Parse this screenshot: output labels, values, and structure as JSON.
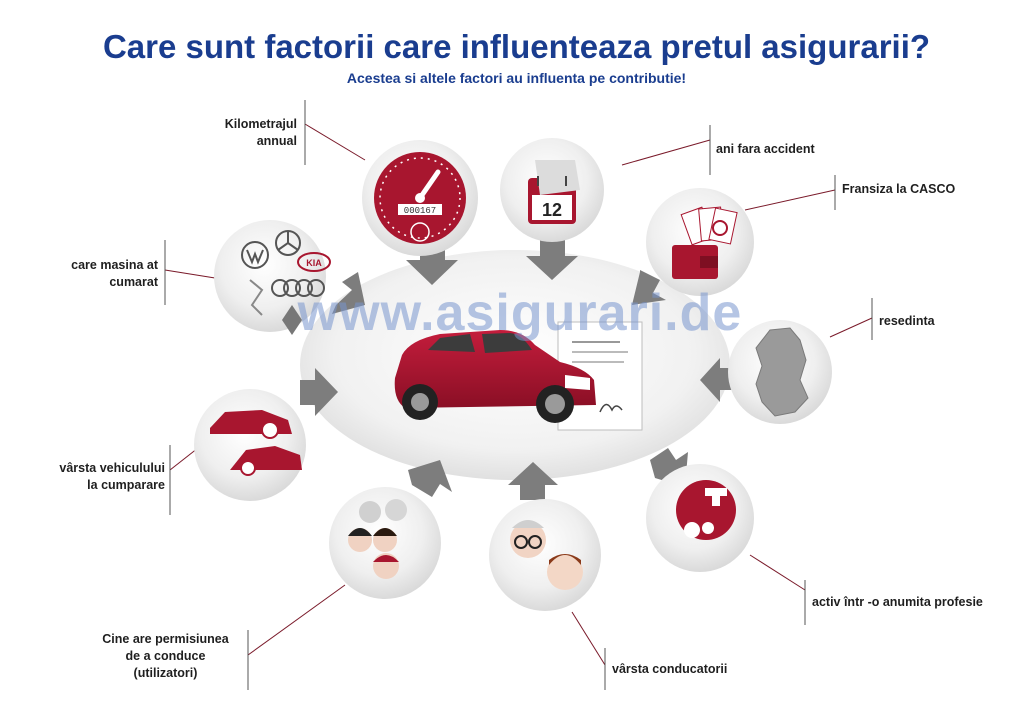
{
  "title": "Care sunt factorii care influenteaza pretul asigurarii?",
  "subtitle": "Acestea si altele factori au influenta pe contributie!",
  "watermark": "www.asigurari.de",
  "factors": {
    "kilometraj": [
      "Kilometrajul",
      "annual"
    ],
    "ani_fara_accident": "ani fara accident",
    "fransiza": "Fransiza la CASCO",
    "masina": [
      "care masina at",
      "cumarat"
    ],
    "resedinta": "resedinta",
    "varsta_vehicul": [
      "vârsta vehiculului",
      "la cumparare"
    ],
    "profesie": "activ într -o anumita profesie",
    "utilizatori": [
      "Cine are permisiunea",
      "de a conduce",
      "(utilizatori)"
    ],
    "varsta_conducator": "vârsta conducatorii"
  },
  "icons": {
    "calendar_day": "12",
    "odometer_reading": "000167",
    "brand_logo_text": "KIA"
  },
  "colors": {
    "title_blue": "#1a3d8f",
    "accent_red": "#a8162f",
    "circle_gray": "#e9e9e9",
    "leader_line": "#7a1a2a"
  }
}
